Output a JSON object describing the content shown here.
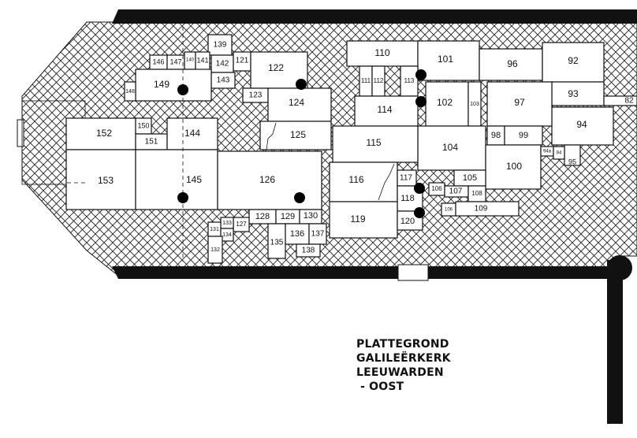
{
  "title": {
    "line1": "PLATTEGROND",
    "line2": "GALILEËRKERK",
    "line3": "LEEUWARDEN",
    "line4": " - OOST"
  },
  "graves": [
    {
      "id": "r1",
      "label": "110"
    },
    {
      "id": "r2",
      "label": "101"
    },
    {
      "id": "r3",
      "label": "96"
    },
    {
      "id": "r4",
      "label": "92"
    },
    {
      "id": "r5",
      "label": "93"
    },
    {
      "id": "r6",
      "label": "82"
    },
    {
      "id": "r7",
      "label": "94"
    },
    {
      "id": "r8",
      "label": "97"
    },
    {
      "id": "r9",
      "label": "102"
    },
    {
      "id": "r10",
      "label": "103"
    },
    {
      "id": "r11",
      "label": "111"
    },
    {
      "id": "r12",
      "label": "112"
    },
    {
      "id": "r13",
      "label": "113"
    },
    {
      "id": "r14",
      "label": "114"
    },
    {
      "id": "r15",
      "label": "98"
    },
    {
      "id": "r16",
      "label": "99"
    },
    {
      "id": "r17",
      "label": "104"
    },
    {
      "id": "r18",
      "label": "115"
    },
    {
      "id": "r19",
      "label": "100"
    },
    {
      "id": "r20",
      "label": "95"
    },
    {
      "id": "r21",
      "label": "94a"
    },
    {
      "id": "r22",
      "label": "94"
    },
    {
      "id": "r23",
      "label": "105"
    },
    {
      "id": "r24",
      "label": "116"
    },
    {
      "id": "r25",
      "label": "117"
    },
    {
      "id": "r26",
      "label": "106"
    },
    {
      "id": "r27",
      "label": "107"
    },
    {
      "id": "r28",
      "label": "108"
    },
    {
      "id": "r29",
      "label": "118"
    },
    {
      "id": "r30",
      "label": "119"
    },
    {
      "id": "r31",
      "label": "120"
    },
    {
      "id": "r32",
      "label": "106"
    },
    {
      "id": "r33",
      "label": "109"
    },
    {
      "id": "r34",
      "label": "139"
    },
    {
      "id": "r35",
      "label": "146"
    },
    {
      "id": "r36",
      "label": "147"
    },
    {
      "id": "r37",
      "label": "140"
    },
    {
      "id": "r38",
      "label": "141"
    },
    {
      "id": "r39",
      "label": "142"
    },
    {
      "id": "r40",
      "label": "121"
    },
    {
      "id": "r41",
      "label": "122"
    },
    {
      "id": "r42",
      "label": "143"
    },
    {
      "id": "r43",
      "label": "123"
    },
    {
      "id": "r44",
      "label": "149"
    },
    {
      "id": "r45",
      "label": "148"
    },
    {
      "id": "r46",
      "label": "124"
    },
    {
      "id": "r47",
      "label": "125"
    },
    {
      "id": "r48",
      "label": "152"
    },
    {
      "id": "r49",
      "label": "150"
    },
    {
      "id": "r50",
      "label": "151"
    },
    {
      "id": "r51",
      "label": "144"
    },
    {
      "id": "r52",
      "label": "153"
    },
    {
      "id": "r53",
      "label": "145"
    },
    {
      "id": "r54",
      "label": "126"
    },
    {
      "id": "r55",
      "label": "128"
    },
    {
      "id": "r56",
      "label": "129"
    },
    {
      "id": "r57",
      "label": "130"
    },
    {
      "id": "r58",
      "label": "127"
    },
    {
      "id": "r59",
      "label": "133"
    },
    {
      "id": "r60",
      "label": "131"
    },
    {
      "id": "r61",
      "label": "134"
    },
    {
      "id": "r62",
      "label": "132"
    },
    {
      "id": "r63",
      "label": "135"
    },
    {
      "id": "r64",
      "label": "136"
    },
    {
      "id": "r65",
      "label": "137"
    },
    {
      "id": "r66",
      "label": "138"
    }
  ]
}
